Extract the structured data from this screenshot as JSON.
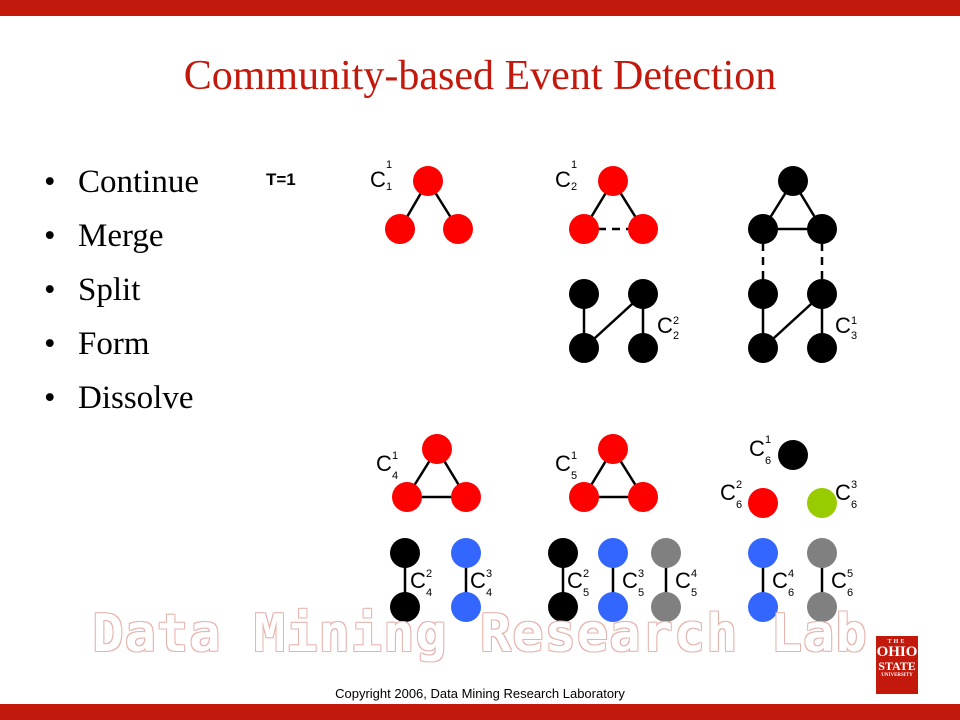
{
  "title": "Community-based Event Detection",
  "bullets": [
    "Continue",
    "Merge",
    "Split",
    "Form",
    "Dissolve"
  ],
  "time_label": "T=1",
  "watermark": "Data Mining Research Lab",
  "copyright": "Copyright 2006, Data Mining Research Laboratory",
  "logo": {
    "the": "THE",
    "line1": "OHIO",
    "line2": "STATE",
    "line3": "UNIVERSITY"
  },
  "colors": {
    "red": "#ff0000",
    "black": "#000000",
    "blue": "#3366ff",
    "gray": "#808080",
    "green": "#99cc00",
    "accent": "#c2190c"
  },
  "communities": {
    "c1_1": {
      "letter": "C",
      "super": "1",
      "sub": "1"
    },
    "c2_1": {
      "letter": "C",
      "super": "1",
      "sub": "2"
    },
    "c2_2": {
      "letter": "C",
      "super": "2",
      "sub": "2"
    },
    "c3_1": {
      "letter": "C",
      "super": "1",
      "sub": "3"
    },
    "c4_1": {
      "letter": "C",
      "super": "1",
      "sub": "4"
    },
    "c4_2": {
      "letter": "C",
      "super": "2",
      "sub": "4"
    },
    "c4_3": {
      "letter": "C",
      "super": "3",
      "sub": "4"
    },
    "c5_1": {
      "letter": "C",
      "super": "1",
      "sub": "5"
    },
    "c5_2": {
      "letter": "C",
      "super": "2",
      "sub": "5"
    },
    "c5_3": {
      "letter": "C",
      "super": "3",
      "sub": "5"
    },
    "c5_4": {
      "letter": "C",
      "super": "4",
      "sub": "5"
    },
    "c6_1": {
      "letter": "C",
      "super": "1",
      "sub": "6"
    },
    "c6_2": {
      "letter": "C",
      "super": "2",
      "sub": "6"
    },
    "c6_3": {
      "letter": "C",
      "super": "3",
      "sub": "6"
    },
    "c6_4": {
      "letter": "C",
      "super": "4",
      "sub": "6"
    },
    "c6_5": {
      "letter": "C",
      "super": "5",
      "sub": "6"
    }
  }
}
